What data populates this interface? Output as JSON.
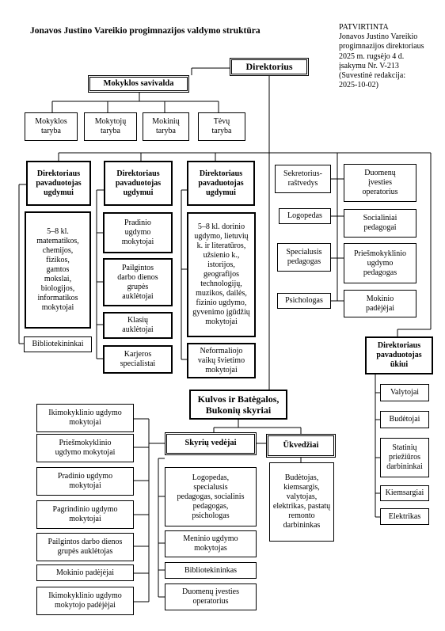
{
  "title": "Jonavos Justino Vareikio progimnazijos valdymo struktūra",
  "approval": {
    "line1": "PATVIRTINTA",
    "line2": "Jonavos Justino Vareikio",
    "line3": "progimnazijos direktoriaus",
    "line4": "2025 m. rugsėjo 4 d.",
    "line5": "įsakymu Nr. V-213",
    "line6": "(Suvestinė redakcija:",
    "line7": " 2025-10-02)"
  },
  "director": "Direktorius",
  "self_government": {
    "title": "Mokyklos savivalda",
    "councils": [
      {
        "l1": "Mokyklos",
        "l2": "taryba"
      },
      {
        "l1": "Mokytojų",
        "l2": "taryba"
      },
      {
        "l1": "Mokinių",
        "l2": "taryba"
      },
      {
        "l1": "Tėvų",
        "l2": "taryba"
      }
    ]
  },
  "deputy_education": {
    "l1": "Direktoriaus",
    "l2": "pavaduotojas",
    "l3": "ugdymui"
  },
  "deputy1_items": {
    "teachers": [
      "5–8 kl.",
      "matematikos,",
      "chemijos,",
      "fizikos,",
      "gamtos",
      "mokslai,",
      "biologijos,",
      "informatikos",
      "mokytojai"
    ],
    "librarian": "Bibliotekininkai"
  },
  "deputy2_items": {
    "primary": [
      "Pradinio",
      "ugdymo",
      "mokytojai"
    ],
    "extended": [
      "Pailgintos",
      "darbo dienos",
      "grupės",
      "auklėtojai"
    ],
    "class": [
      "Klasių",
      "auklėtojai"
    ],
    "career": [
      "Karjeros",
      "specialistai"
    ]
  },
  "deputy3_items": {
    "teachers": [
      "5–8 kl. dorinio",
      "ugdymo, lietuvių",
      "k. ir literatūros,",
      "užsienio k.,",
      "istorijos,",
      "geografijos",
      "technologijų,",
      "muzikos, dailės,",
      "fizinio ugdymo,",
      "gyvenimo įgūdžių",
      "mokytojai"
    ],
    "nonformal": [
      "Neformaliojo",
      "vaikų švietimo",
      "mokytojai"
    ]
  },
  "staff_left": [
    [
      "Sekretorius-",
      "raštvedys"
    ],
    [
      "Logopedas"
    ],
    [
      "Specialusis",
      "pedagogas"
    ],
    [
      "Psichologas"
    ]
  ],
  "staff_right": [
    [
      "Duomenų",
      "įvesties",
      "operatorius"
    ],
    [
      "Socialiniai",
      "pedagogai"
    ],
    [
      "Priešmokyklinio",
      "ugdymo",
      "pedagogas"
    ],
    [
      "Mokinio",
      "padėjėjai"
    ]
  ],
  "deputy_household": {
    "l1": "Direktoriaus",
    "l2": "pavaduotojas",
    "l3": "ūkiui",
    "items": [
      [
        "Valytojai"
      ],
      [
        "Budėtojai"
      ],
      [
        "Statinių",
        "priežiūros",
        "darbininkai"
      ],
      [
        "Kiemsargiai"
      ],
      [
        "Elektrikas"
      ]
    ]
  },
  "branch": {
    "l1": "Kulvos ir Batėgalos,",
    "l2": "Bukonių skyriai",
    "heads": "Skyrių vedėjai",
    "manager": "Ūkvedžiai",
    "manager_items": [
      "Budėtojas,",
      "kiemsargis,",
      "valytojas,",
      "elektrikas, pastatų",
      "remonto",
      "darbininkas"
    ],
    "left_items": [
      [
        "Ikimokyklinio ugdymo",
        "mokytojai"
      ],
      [
        "Priešmokyklinio",
        "ugdymo mokytojai"
      ],
      [
        "Pradinio ugdymo",
        "mokytojai"
      ],
      [
        "Pagrindinio ugdymo",
        "mokytojai"
      ],
      [
        "Pailgintos darbo dienos",
        "grupės auklėtojas"
      ],
      [
        "Mokinio padėjėjai"
      ],
      [
        "Ikimokyklinio ugdymo",
        "mokytojo padėjėjai"
      ]
    ],
    "right_items": [
      [
        "Logopedas,",
        "specialusis",
        "pedagogas, socialinis",
        "pedagogas,",
        "psichologas"
      ],
      [
        "Meninio ugdymo",
        "mokytojas"
      ],
      [
        "Bibliotekininkas"
      ],
      [
        "Duomenų įvesties",
        "operatorius"
      ]
    ]
  }
}
